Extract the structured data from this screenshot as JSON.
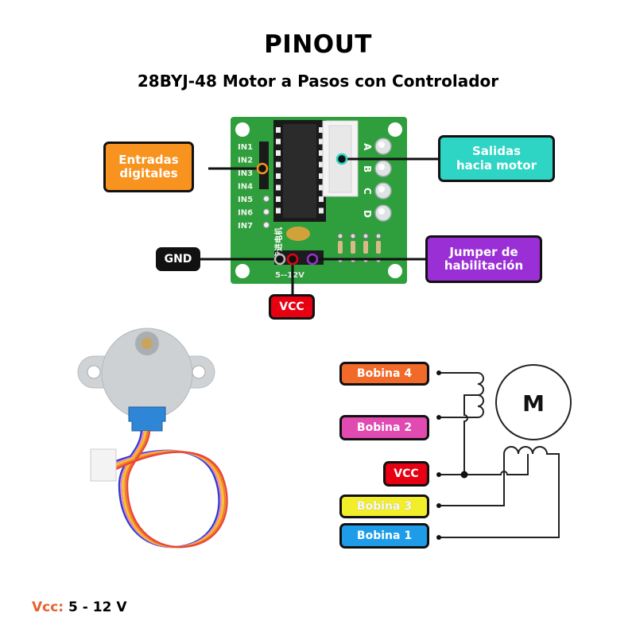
{
  "header": {
    "title": "PINOUT",
    "subtitle": "28BYJ-48 Motor a Pasos con Controlador"
  },
  "board": {
    "name": "ULN2003 driver board",
    "input_pins": [
      "IN1",
      "IN2",
      "IN3",
      "IN4",
      "IN5",
      "IN6",
      "IN7"
    ],
    "output_leds": [
      "A",
      "B",
      "C",
      "D"
    ],
    "silkscreen_chinese": "步进电机",
    "power_marks": {
      "minus": "-",
      "plus": "+",
      "voltage": "5--12V"
    },
    "pcb_color": "#2f9e3c"
  },
  "callouts": {
    "inputs": {
      "label": "Entradas\ndigitales",
      "color": "#f7931e",
      "marker_color": "#f7931e"
    },
    "outputs": {
      "label": "Salidas\nhacia motor",
      "color": "#2ed4c4",
      "marker_color": "#2ed4c4"
    },
    "gnd": {
      "label": "GND",
      "color": "#111111",
      "marker_color": "#bbbbbb"
    },
    "vcc": {
      "label": "VCC",
      "color": "#e60012",
      "marker_color": "#e60012"
    },
    "jumper": {
      "label": "Jumper de\nhabilitación",
      "color": "#9b2fd6",
      "marker_color": "#9b2fd6"
    }
  },
  "schematic": {
    "motor_symbol": "M",
    "wires": [
      {
        "label": "Bobina 4",
        "color": "#f26a2a"
      },
      {
        "label": "Bobina 2",
        "color": "#e04ab1"
      },
      {
        "label": "VCC",
        "color": "#e60012"
      },
      {
        "label": "Bobina 3",
        "color": "#f2ef2a"
      },
      {
        "label": "Bobina 1",
        "color": "#1e9ce8"
      }
    ]
  },
  "motor_photo": {
    "name": "28BYJ-48 stepper motor",
    "wire_colors": [
      "#2a3bd6",
      "#f08ab0",
      "#f5c31c",
      "#f2802a",
      "#e8473a"
    ]
  },
  "footer": {
    "key": "Vcc:",
    "value": "5 - 12 V"
  }
}
